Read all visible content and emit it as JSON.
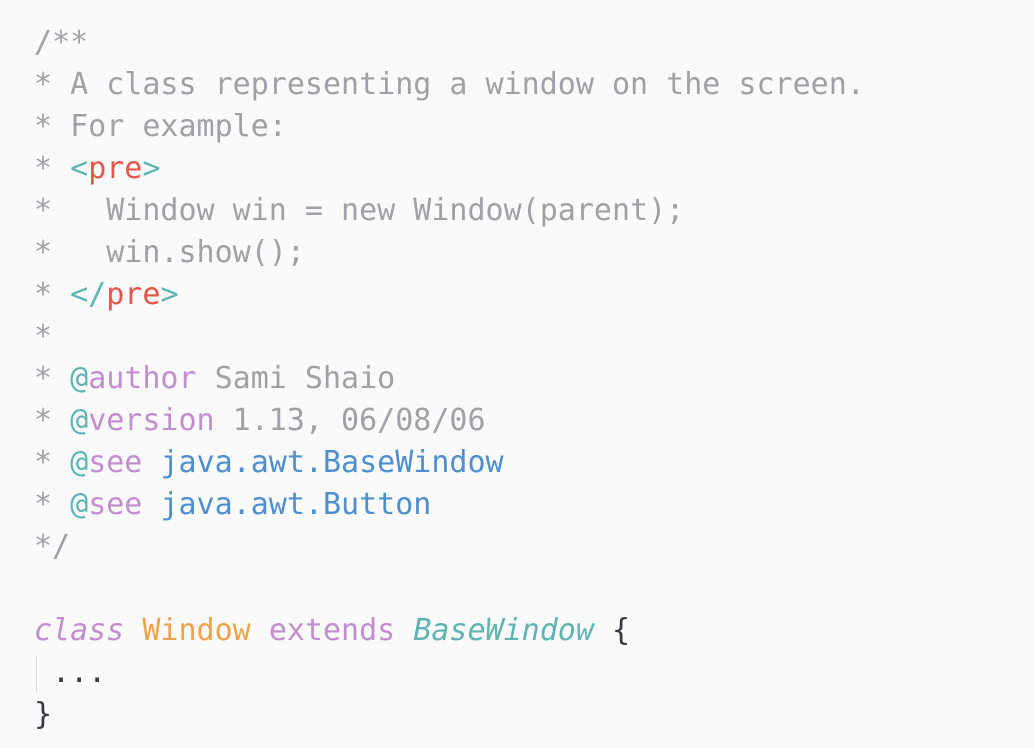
{
  "code": {
    "comment_open": "/**",
    "l1": "* A class representing a window on the screen.",
    "l2": "* For example:",
    "l3_star": "* ",
    "pre_open_lt": "<",
    "pre_name": "pre",
    "pre_open_gt": ">",
    "l4": "*   Window win = new Window(parent);",
    "l5": "*   win.show();",
    "l6_star": "* ",
    "pre_close_lt": "</",
    "pre_close_name": "pre",
    "pre_close_gt": ">",
    "l7": "*",
    "l8_star": "* ",
    "author_at": "@",
    "author_tag": "author",
    "author_value": " Sami Shaio",
    "l9_star": "* ",
    "version_at": "@",
    "version_tag": "version",
    "version_value": " 1.13, 06/08/06",
    "l10_star": "* ",
    "see1_at": "@",
    "see1_tag": "see",
    "see1_space": " ",
    "see1_value": "java.awt.BaseWindow",
    "l11_star": "* ",
    "see2_at": "@",
    "see2_tag": "see",
    "see2_space": " ",
    "see2_value": "java.awt.Button",
    "comment_close": "*/",
    "kw_class": "class",
    "class_name": "Window",
    "kw_extends": "extends",
    "super_name": "BaseWindow",
    "brace_open": "{",
    "body_ellipsis": " ...",
    "brace_close": "}"
  },
  "colors": {
    "comment": "#a0a1a7",
    "tag_bracket": "#5fb3b3",
    "tag_name": "#e45649",
    "doc_tag": "#c38ecf",
    "link": "#4f8fcf",
    "keyword": "#c38ecf",
    "class_name": "#f0a24a",
    "punctuation": "#383a42",
    "background": "#fafafa"
  }
}
